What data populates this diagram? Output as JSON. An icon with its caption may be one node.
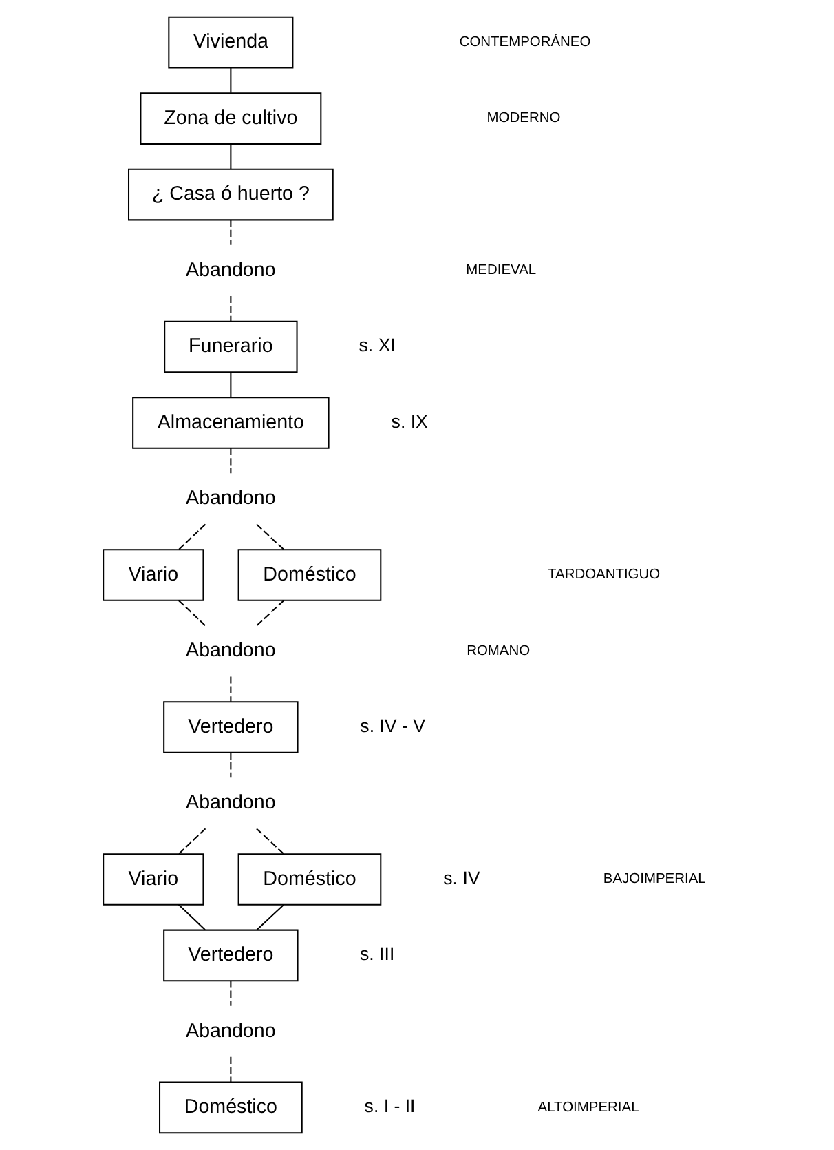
{
  "diagram": {
    "nodes": [
      {
        "text": [
          "Vivienda"
        ]
      },
      {
        "text": [
          "Zona de cultivo"
        ]
      },
      {
        "text": [
          "¿ Casa ó huerto ?"
        ]
      },
      {
        "text": [
          "Abandono"
        ]
      },
      {
        "text": [
          "Funerario"
        ],
        "beside": [
          "s. XI"
        ]
      },
      {
        "text": [
          "Almacenamiento"
        ],
        "beside": [
          "s. IX"
        ]
      },
      {
        "text": [
          "Abandono"
        ]
      },
      {
        "text": [
          "Viario"
        ]
      },
      {
        "text": [
          "Doméstico"
        ]
      },
      {
        "text": [
          "Abandono"
        ]
      },
      {
        "text": [
          "Vertedero"
        ],
        "beside": [
          "s. IV - V"
        ]
      },
      {
        "text": [
          "Abandono"
        ]
      },
      {
        "text": [
          "Viario"
        ]
      },
      {
        "text": [
          "Doméstico"
        ],
        "beside": [
          "s. IV"
        ]
      },
      {
        "text": [
          "Vertedero"
        ],
        "beside": [
          "s. III"
        ]
      },
      {
        "text": [
          "Abandono"
        ]
      },
      {
        "text": [
          "Doméstico"
        ],
        "beside": [
          "s. I - II"
        ]
      }
    ],
    "edges": [
      {
        "from": 0,
        "to": 1,
        "arrow": "none"
      },
      {
        "from": 1,
        "to": 2,
        "arrow": "none"
      },
      {
        "from": 2,
        "to": 3,
        "arrow": "none",
        "style": "dashed"
      },
      {
        "from": 3,
        "to": 4,
        "arrow": "none",
        "style": "dashed"
      },
      {
        "from": 4,
        "to": 5,
        "arrow": "none"
      },
      {
        "from": 5,
        "to": 6,
        "arrow": "none",
        "style": "dashed"
      },
      {
        "from": 6,
        "to": 7,
        "arrow": "none",
        "style": "dashed"
      },
      {
        "from": 6,
        "to": 8,
        "arrow": "none",
        "style": "dashed"
      },
      {
        "from": 7,
        "to": 9,
        "arrow": "none",
        "style": "dashed"
      },
      {
        "from": 8,
        "to": 9,
        "arrow": "none",
        "style": "dashed"
      },
      {
        "from": 9,
        "to": 10,
        "arrow": "none",
        "style": "dashed"
      },
      {
        "from": 10,
        "to": 11,
        "arrow": "none",
        "style": "dashed"
      },
      {
        "from": 11,
        "to": 12,
        "arrow": "none",
        "style": "dashed"
      },
      {
        "from": 11,
        "to": 13,
        "arrow": "none",
        "style": "dashed"
      },
      {
        "from": 12,
        "to": 14,
        "arrow": "none"
      },
      {
        "from": 13,
        "to": 14,
        "arrow": "none"
      },
      {
        "from": 14,
        "to": 15,
        "arrow": "none",
        "style": "dashed"
      },
      {
        "from": 15,
        "to": 16,
        "arrow": "none",
        "style": "dashed"
      }
    ],
    "labels": [
      "CONTEMPORÁNEO",
      "MODERNO",
      "MEDIEVAL",
      "TARDOANTIGUO",
      "ROMANO",
      "BAJOIMPERIAL",
      "ALTOIMPERIAL"
    ]
  }
}
